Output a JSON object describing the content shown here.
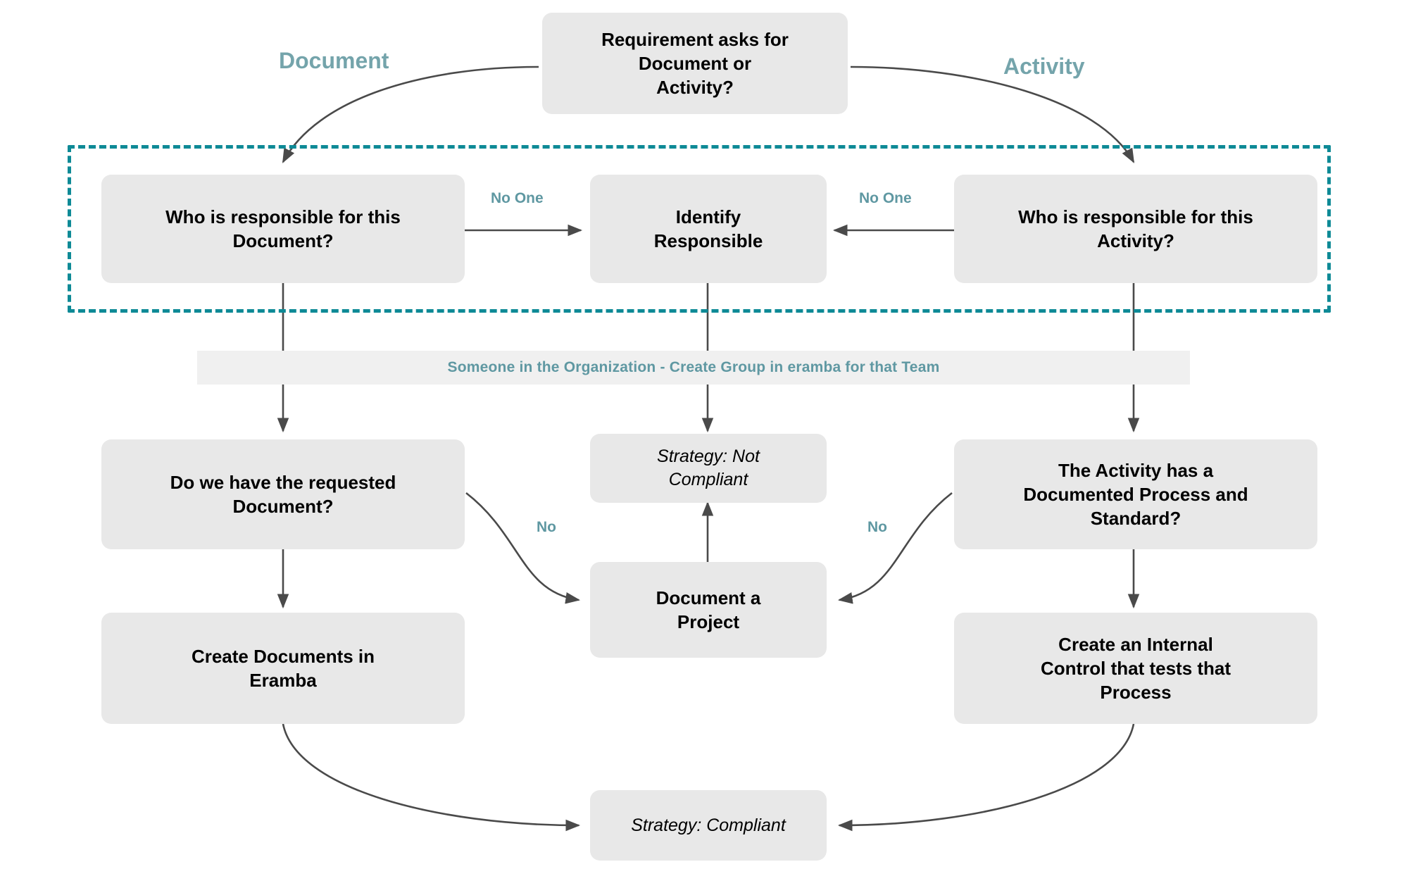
{
  "diagram": {
    "title": "Requirement Document or Activity Compliance Flow",
    "colors": {
      "node_fill": "#e8e8e8",
      "node_text": "#000000",
      "accent_teal": "#5f98a2",
      "group_border": "#0e8a96",
      "branch_label": "#74a4ab",
      "banner_fill": "#f0f0f0",
      "edge_stroke": "#404040",
      "background": "#ffffff"
    }
  },
  "branch_labels": [
    {
      "id": "document-branch",
      "text": "Document"
    },
    {
      "id": "activity-branch",
      "text": "Activity"
    }
  ],
  "group": {
    "id": "responsibility-group",
    "label": ""
  },
  "banner": {
    "text": "Someone in the Organization - Create Group in eramba for that Team"
  },
  "nodes": [
    {
      "id": "requirement-asks",
      "text": "Requirement asks for\nDocument or\nActivity?",
      "italic": false
    },
    {
      "id": "who-responsible-document",
      "text": "Who is responsible for this\nDocument?",
      "italic": false
    },
    {
      "id": "identify-responsible",
      "text": "Identify\nResponsible",
      "italic": false
    },
    {
      "id": "who-responsible-activity",
      "text": "Who is responsible for this\nActivity?",
      "italic": false
    },
    {
      "id": "have-requested-document",
      "text": "Do we have the requested\nDocument?",
      "italic": false
    },
    {
      "id": "strategy-not-compliant",
      "text": "Strategy: Not\nCompliant",
      "italic": true
    },
    {
      "id": "activity-documented",
      "text": "The Activity has a\nDocumented Process and\nStandard?",
      "italic": false
    },
    {
      "id": "create-documents-eramba",
      "text": "Create Documents in\nEramba",
      "italic": false
    },
    {
      "id": "document-a-project",
      "text": "Document a\nProject",
      "italic": false
    },
    {
      "id": "create-internal-control",
      "text": "Create an Internal\nControl that tests that\nProcess",
      "italic": false
    },
    {
      "id": "strategy-compliant",
      "text": "Strategy: Compliant",
      "italic": true
    }
  ],
  "edge_labels": [
    {
      "id": "no-one-left",
      "text": "No One"
    },
    {
      "id": "no-one-right",
      "text": "No One"
    },
    {
      "id": "no-left",
      "text": "No"
    },
    {
      "id": "no-right",
      "text": "No"
    }
  ],
  "edges": [
    {
      "from": "requirement-asks",
      "to": "who-responsible-document",
      "label": "Document"
    },
    {
      "from": "requirement-asks",
      "to": "who-responsible-activity",
      "label": "Activity"
    },
    {
      "from": "who-responsible-document",
      "to": "identify-responsible",
      "label": "No One"
    },
    {
      "from": "who-responsible-activity",
      "to": "identify-responsible",
      "label": "No One"
    },
    {
      "from": "who-responsible-document",
      "to": "have-requested-document",
      "label": ""
    },
    {
      "from": "identify-responsible",
      "to": "strategy-not-compliant",
      "label": ""
    },
    {
      "from": "who-responsible-activity",
      "to": "activity-documented",
      "label": ""
    },
    {
      "from": "have-requested-document",
      "to": "create-documents-eramba",
      "label": ""
    },
    {
      "from": "have-requested-document",
      "to": "document-a-project",
      "label": "No"
    },
    {
      "from": "activity-documented",
      "to": "create-internal-control",
      "label": ""
    },
    {
      "from": "activity-documented",
      "to": "document-a-project",
      "label": "No"
    },
    {
      "from": "document-a-project",
      "to": "strategy-not-compliant",
      "label": ""
    },
    {
      "from": "create-documents-eramba",
      "to": "strategy-compliant",
      "label": ""
    },
    {
      "from": "create-internal-control",
      "to": "strategy-compliant",
      "label": ""
    }
  ]
}
